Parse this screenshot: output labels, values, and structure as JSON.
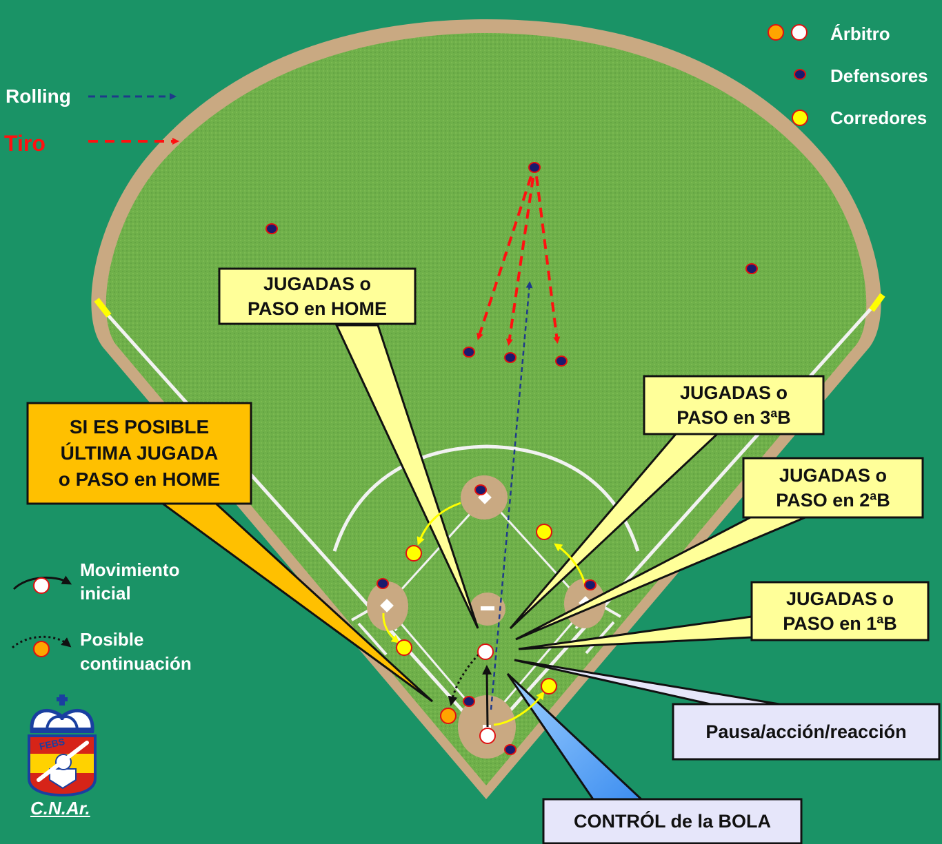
{
  "legend_left": {
    "rolling": "Rolling",
    "tiro": "Tiro"
  },
  "legend_right": {
    "arbitro": "Árbitro",
    "defensores": "Defensores",
    "corredores": "Corredores"
  },
  "legend_movement": {
    "movimiento_line1": "Movimiento",
    "movimiento_line2": "inicial",
    "posible_line1": "Posible",
    "posible_line2": "continuación"
  },
  "callouts": {
    "home_line1": "JUGADAS o",
    "home_line2": "PASO en HOME",
    "ultima_line1": "SI ES POSIBLE",
    "ultima_line2": "ÚLTIMA JUGADA",
    "ultima_line3": "o PASO en HOME",
    "tercera_line1": "JUGADAS o",
    "tercera_line2": "PASO en 3ªB",
    "segunda_line1": "JUGADAS o",
    "segunda_line2": "PASO en 2ªB",
    "primera_line1": "JUGADAS o",
    "primera_line2": "PASO en 1ªB",
    "pausa": "Pausa/acción/reacción",
    "control": "CONTRÓL de la BOLA"
  },
  "logo": {
    "caption": "C.N.Ar.",
    "emblem_text": "FEBS"
  },
  "colors": {
    "background": "#1a9366",
    "field_grass": "#6fb04a",
    "warning_track": "#c9a982",
    "callout_yellow": "#ffff99",
    "callout_orange": "#ffc000",
    "callout_blue": "#6fb5ff",
    "callout_lavender": "#e6e6fa",
    "defender": "#1a1a6e",
    "runner": "#ffff00",
    "umpire_orange": "#ffa500",
    "throw_red": "#ff1010",
    "rolling_blue": "#1f3a8a"
  }
}
